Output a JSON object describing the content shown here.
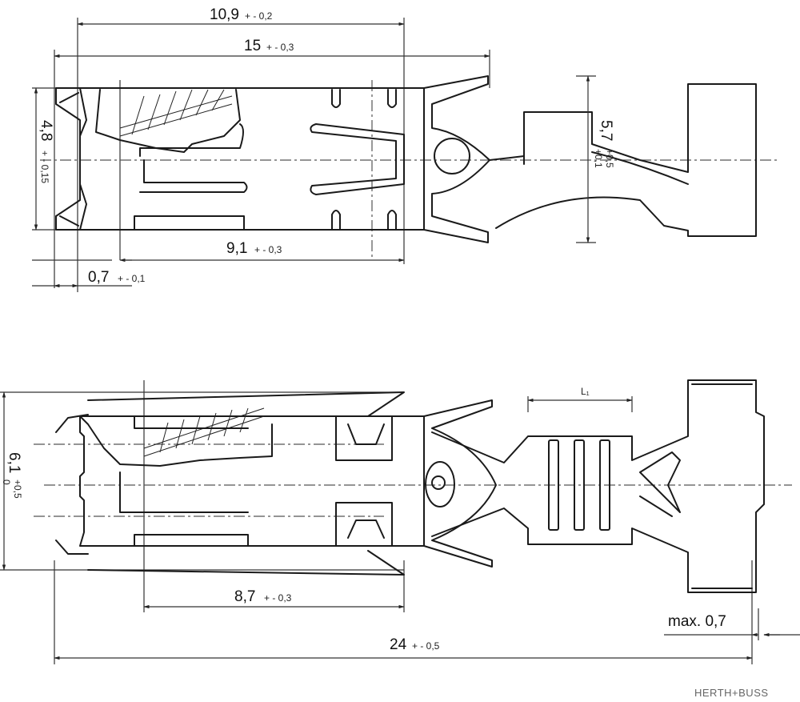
{
  "drawing": {
    "top_view": {
      "dim_10_9": {
        "value": "10,9",
        "tol": "+ - 0,2"
      },
      "dim_15": {
        "value": "15",
        "tol": "+ - 0,3"
      },
      "dim_4_8": {
        "value": "4,8",
        "tol": "+ - 0,15"
      },
      "dim_5_7": {
        "value": "5,7",
        "tol_upper": "+0,5",
        "tol_lower": "+0,1"
      },
      "dim_9_1": {
        "value": "9,1",
        "tol": "+ - 0,3"
      },
      "dim_0_7": {
        "value": "0,7",
        "tol": "+ - 0,1"
      }
    },
    "side_view": {
      "dim_6_1": {
        "value": "6,1",
        "tol_upper": "+0,5",
        "tol_lower": "0"
      },
      "dim_l1": {
        "value": "L₁"
      },
      "dim_8_7": {
        "value": "8,7",
        "tol": "+ - 0,3"
      },
      "dim_max": {
        "value": "max. 0,7"
      },
      "dim_24": {
        "value": "24",
        "tol": "+ - 0,5"
      }
    },
    "logo": "HERTH+BUSS"
  }
}
